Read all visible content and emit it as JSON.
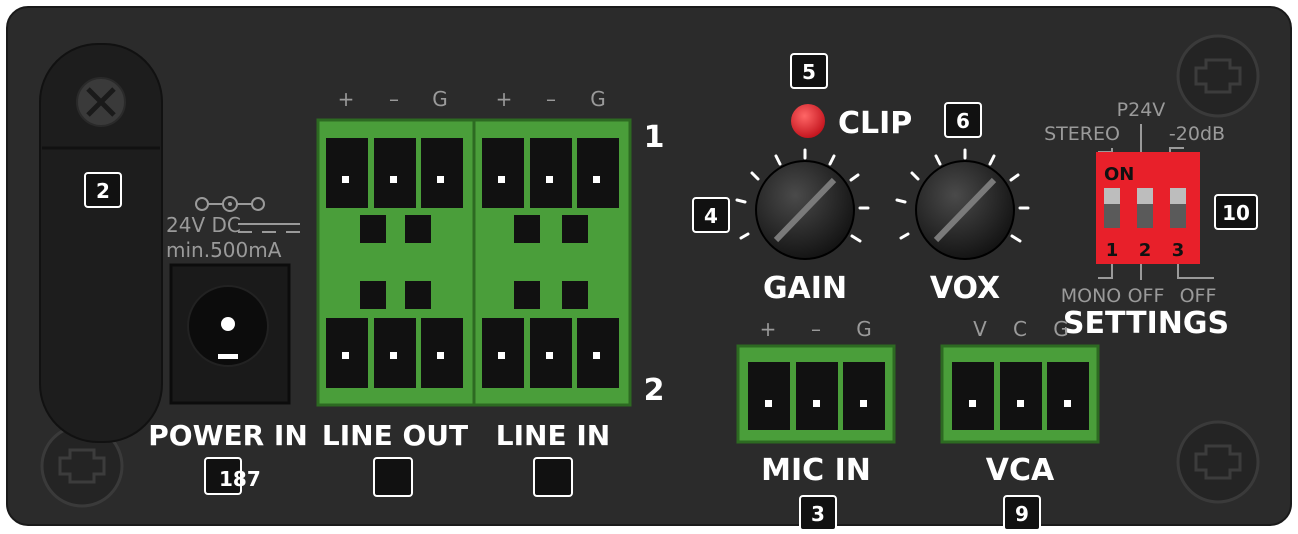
{
  "labels": {
    "power_in": "POWER IN",
    "line_out": "LINE OUT",
    "line_in": "LINE IN",
    "mic_in": "MIC IN",
    "vca": "VCA",
    "gain": "GAIN",
    "vox": "VOX",
    "clip": "CLIP",
    "settings": "SETTINGS",
    "dc_spec_1": "24V DC",
    "dc_spec_2": "min.500mA",
    "dip_on": "ON",
    "stereo": "STEREO",
    "p24v": "P24V",
    "minus20db": "-20dB",
    "mono": "MONO",
    "off_1": "OFF",
    "off_2": "OFF",
    "row_1": "1",
    "row_2": "2"
  },
  "pins": {
    "line_top": [
      "+",
      "–",
      "G",
      "+",
      "–",
      "G"
    ],
    "mic": [
      "+",
      "–",
      "G"
    ],
    "vca": [
      "V",
      "C",
      "G"
    ]
  },
  "dip_numbers": [
    "1",
    "2",
    "3"
  ],
  "badges": {
    "b2": "2",
    "b3": "3",
    "b4": "4",
    "b5": "5",
    "b6": "6",
    "b9": "9",
    "b10": "10",
    "b187": "187"
  },
  "colors": {
    "panel": "#2b2b2b",
    "terminal_green": "#4a9e3a",
    "dip_red": "#e8202a",
    "clip_led": "#e8202a"
  }
}
